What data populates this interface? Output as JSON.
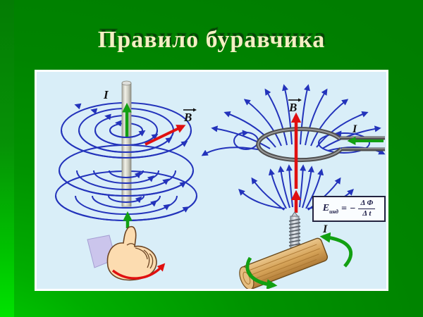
{
  "title": "Правило буравчика",
  "left_diagram": {
    "current_label": "I",
    "field_label": "B"
  },
  "right_diagram": {
    "field_label": "B",
    "current_label": "I",
    "induced_current_label": "I"
  },
  "formula": {
    "symbol": "E",
    "subscript": "инд",
    "equals": "=",
    "minus": "−",
    "numerator": "Δ Φ",
    "denominator": "Δ t"
  }
}
